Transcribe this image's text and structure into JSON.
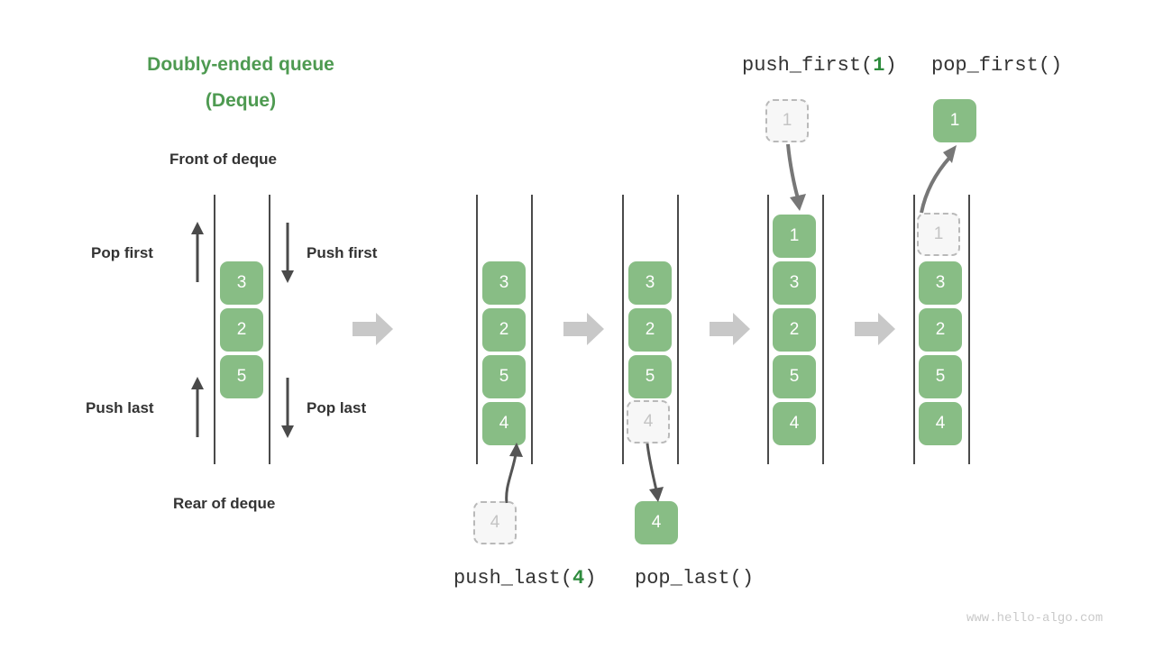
{
  "title": {
    "line1": "Doubly-ended queue",
    "line2": "(Deque)"
  },
  "labels": {
    "front": "Front of deque",
    "rear": "Rear of deque",
    "pop_first": "Pop first",
    "push_first": "Push first",
    "push_last": "Push last",
    "pop_last": "Pop last"
  },
  "operations": {
    "push_last": {
      "name": "push_last(",
      "arg": "4",
      "close": ")"
    },
    "pop_last": {
      "name": "pop_last()",
      "arg": "",
      "close": ""
    },
    "push_first": {
      "name": "push_first(",
      "arg": "1",
      "close": ")"
    },
    "pop_first": {
      "name": "pop_first()",
      "arg": "",
      "close": ""
    }
  },
  "colors": {
    "accent_green": "#88bd85",
    "title_green": "#4e9a51",
    "arg_green": "#2e8b3d",
    "rail_gray": "#4a4a4a",
    "block_arrow_gray": "#c8c8c8",
    "ghost_fill": "#f7f7f7",
    "ghost_border": "#b9b9b9",
    "ghost_text": "#c4c4c4",
    "text_dark": "#333333"
  },
  "columns": [
    {
      "id": "initial",
      "items": [
        {
          "value": "3",
          "state": "solid"
        },
        {
          "value": "2",
          "state": "solid"
        },
        {
          "value": "5",
          "state": "solid"
        }
      ]
    },
    {
      "id": "after-push-last",
      "items": [
        {
          "value": "3",
          "state": "solid"
        },
        {
          "value": "2",
          "state": "solid"
        },
        {
          "value": "5",
          "state": "solid"
        },
        {
          "value": "4",
          "state": "solid"
        }
      ],
      "external": {
        "value": "4",
        "state": "ghost",
        "position": "below"
      }
    },
    {
      "id": "after-pop-last",
      "items": [
        {
          "value": "3",
          "state": "solid"
        },
        {
          "value": "2",
          "state": "solid"
        },
        {
          "value": "5",
          "state": "solid"
        },
        {
          "value": "4",
          "state": "ghost"
        }
      ],
      "external": {
        "value": "4",
        "state": "solid",
        "position": "below"
      }
    },
    {
      "id": "after-push-first",
      "items": [
        {
          "value": "1",
          "state": "solid"
        },
        {
          "value": "3",
          "state": "solid"
        },
        {
          "value": "2",
          "state": "solid"
        },
        {
          "value": "5",
          "state": "solid"
        },
        {
          "value": "4",
          "state": "solid"
        }
      ],
      "external": {
        "value": "1",
        "state": "ghost",
        "position": "above"
      }
    },
    {
      "id": "after-pop-first",
      "items": [
        {
          "value": "1",
          "state": "ghost"
        },
        {
          "value": "3",
          "state": "solid"
        },
        {
          "value": "2",
          "state": "solid"
        },
        {
          "value": "5",
          "state": "solid"
        },
        {
          "value": "4",
          "state": "solid"
        }
      ],
      "external": {
        "value": "1",
        "state": "solid",
        "position": "above"
      }
    }
  ],
  "watermark": "www.hello-algo.com"
}
